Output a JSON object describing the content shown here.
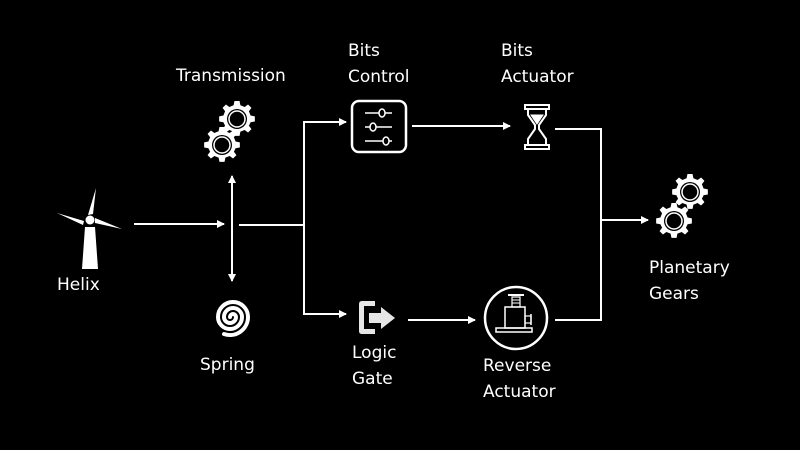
{
  "diagram": {
    "background": "#000000",
    "stroke_color": "#ffffff",
    "nodes": [
      {
        "id": "helix",
        "icon": "wind-turbine-icon",
        "lines": [
          "Helix"
        ]
      },
      {
        "id": "transmission",
        "icon": "gears-icon",
        "lines": [
          "Transmission"
        ]
      },
      {
        "id": "spring",
        "icon": "spiral-icon",
        "lines": [
          "Spring"
        ]
      },
      {
        "id": "bits-control",
        "icon": "sliders-icon",
        "lines": [
          "Bits",
          "Control"
        ]
      },
      {
        "id": "bits-actuator",
        "icon": "hourglass-icon",
        "lines": [
          "Bits",
          "Actuator"
        ]
      },
      {
        "id": "logic-gate",
        "icon": "exit-arrow-icon",
        "lines": [
          "Logic",
          "Gate"
        ]
      },
      {
        "id": "reverse-actuator",
        "icon": "jack-icon",
        "lines": [
          "Reverse",
          "Actuator"
        ]
      },
      {
        "id": "planetary-gears",
        "icon": "gears-icon",
        "lines": [
          "Planetary",
          "Gears"
        ]
      }
    ],
    "edges": [
      {
        "from": "helix",
        "to": "junction"
      },
      {
        "from": "junction",
        "to": "transmission",
        "bidirectional": true
      },
      {
        "from": "junction",
        "to": "spring",
        "bidirectional": true
      },
      {
        "from": "junction",
        "to": "bits-control"
      },
      {
        "from": "junction",
        "to": "logic-gate"
      },
      {
        "from": "bits-control",
        "to": "bits-actuator"
      },
      {
        "from": "logic-gate",
        "to": "reverse-actuator"
      },
      {
        "from": "bits-actuator",
        "to": "planetary-gears"
      },
      {
        "from": "reverse-actuator",
        "to": "planetary-gears"
      }
    ]
  }
}
